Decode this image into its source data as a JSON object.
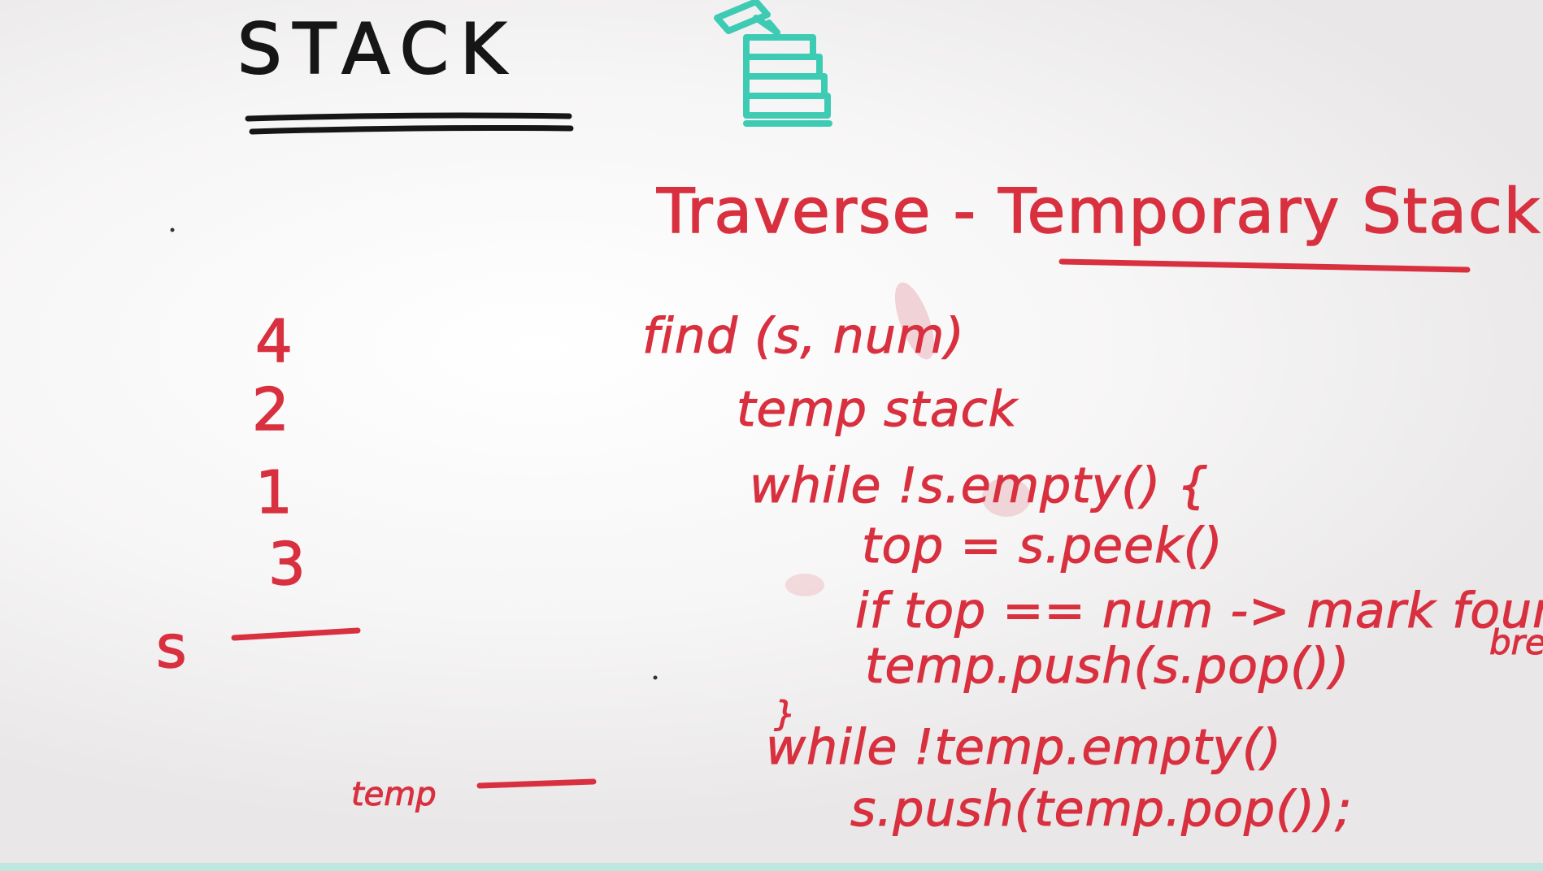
{
  "whiteboard": {
    "title": "STACK",
    "subtitle": "Traverse - Temporary Stack",
    "stack_values": [
      "4",
      "2",
      "1",
      "3"
    ],
    "stack_s_label": "s",
    "stack_temp_label": "temp",
    "code": [
      "find (s, num)",
      "temp stack",
      "while !s.empty() {",
      "top = s.peek()",
      "if top == num -> mark found;",
      "bre",
      "temp.push(s.pop())",
      "}",
      "while !temp.empty()",
      "s.push(temp.pop());"
    ],
    "colors": {
      "marker_red": "#d8303f",
      "marker_black": "#161616",
      "marker_teal": "#3ecbb3",
      "board": "#f7f6f6"
    },
    "icons": {
      "stack_drawing": "stack-of-plates-icon"
    }
  }
}
